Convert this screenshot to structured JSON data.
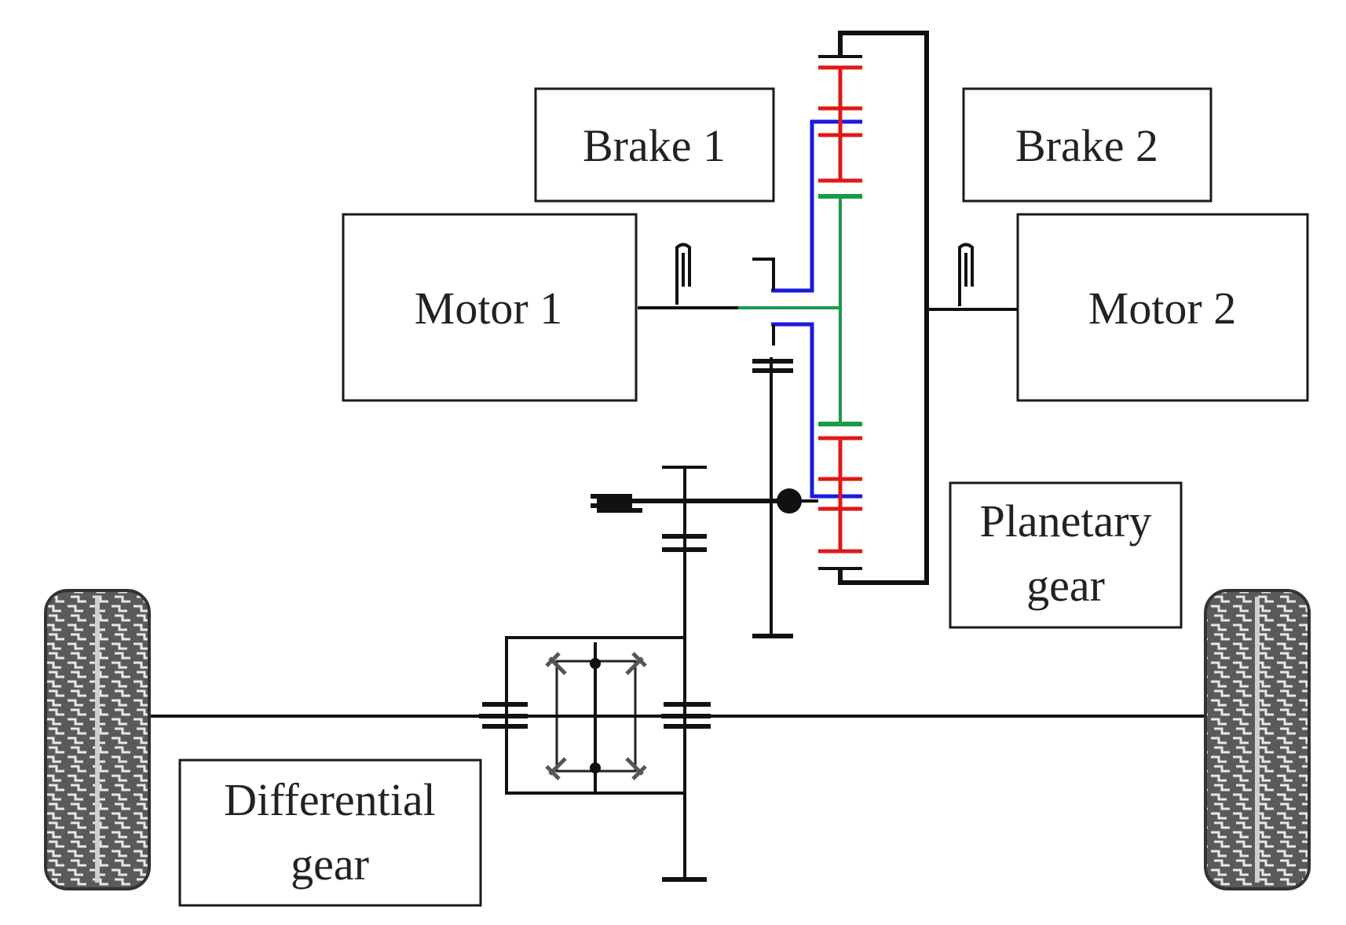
{
  "labels": {
    "brake1": "Brake 1",
    "brake2": "Brake 2",
    "motor1": "Motor 1",
    "motor2": "Motor 2",
    "planetary_line1": "Planetary",
    "planetary_line2": "gear",
    "differential_line1": "Differential",
    "differential_line2": "gear"
  },
  "colors": {
    "ring_gear": "#e01818",
    "sun_gear": "#1a1ae0",
    "carrier": "#1a9a4a",
    "shaft": "#111111"
  }
}
